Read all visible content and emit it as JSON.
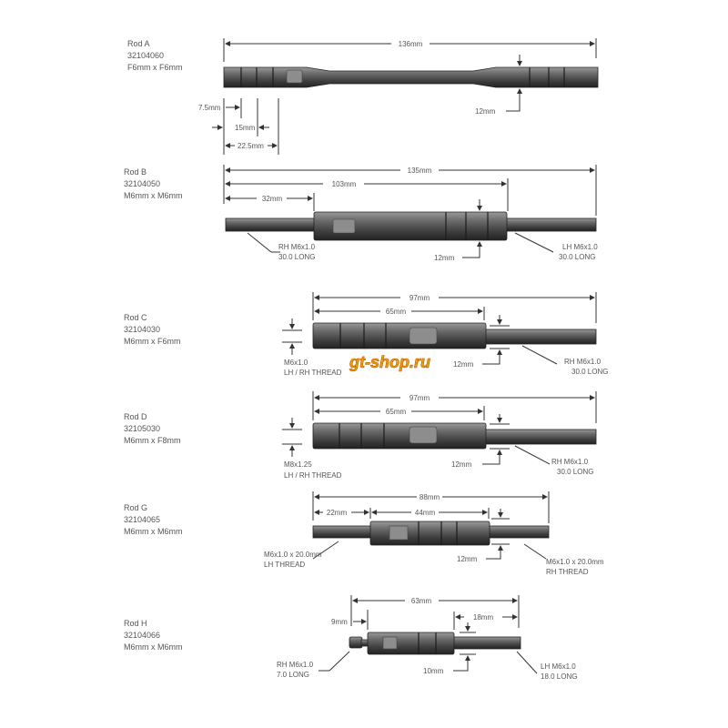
{
  "watermark": "gt-shop.ru",
  "rods": [
    {
      "name": "Rod A",
      "part": "32104060",
      "spec": "F6mm x F6mm",
      "dims": {
        "total": "136mm",
        "dia": "12mm",
        "a": "7.5mm",
        "b": "15mm",
        "c": "22.5mm"
      }
    },
    {
      "name": "Rod B",
      "part": "32104050",
      "spec": "M6mm x M6mm",
      "dims": {
        "total": "135mm",
        "mid": "103mm",
        "left": "32mm",
        "dia": "12mm"
      },
      "notes": {
        "left1": "RH M6x1.0",
        "left2": "30.0 LONG",
        "right1": "LH M6x1.0",
        "right2": "30.0 LONG"
      }
    },
    {
      "name": "Rod C",
      "part": "32104030",
      "spec": "M6mm x F6mm",
      "dims": {
        "total": "97mm",
        "body": "65mm",
        "dia": "12mm"
      },
      "notes": {
        "left1": "M6x1.0",
        "left2": "LH / RH THREAD",
        "right1": "RH M6x1.0",
        "right2": "30.0 LONG"
      }
    },
    {
      "name": "Rod D",
      "part": "32105030",
      "spec": "M6mm x F8mm",
      "dims": {
        "total": "97mm",
        "body": "65mm",
        "dia": "12mm"
      },
      "notes": {
        "left1": "M8x1.25",
        "left2": "LH / RH THREAD",
        "right1": "RH M6x1.0",
        "right2": "30.0 LONG"
      }
    },
    {
      "name": "Rod G",
      "part": "32104065",
      "spec": "M6mm x M6mm",
      "dims": {
        "total": "88mm",
        "left": "22mm",
        "body": "44mm",
        "dia": "12mm"
      },
      "notes": {
        "left1": "M6x1.0 x 20.0mm",
        "left2": "LH THREAD",
        "right1": "M6x1.0 x 20.0mm",
        "right2": "RH THREAD"
      }
    },
    {
      "name": "Rod H",
      "part": "32104066",
      "spec": "M6mm x M6mm",
      "dims": {
        "total": "63mm",
        "left": "9mm",
        "right": "18mm",
        "dia": "10mm"
      },
      "notes": {
        "left1": "RH M6x1.0",
        "left2": "7.0 LONG",
        "right1": "LH M6x1.0",
        "right2": "18.0 LONG"
      }
    }
  ]
}
